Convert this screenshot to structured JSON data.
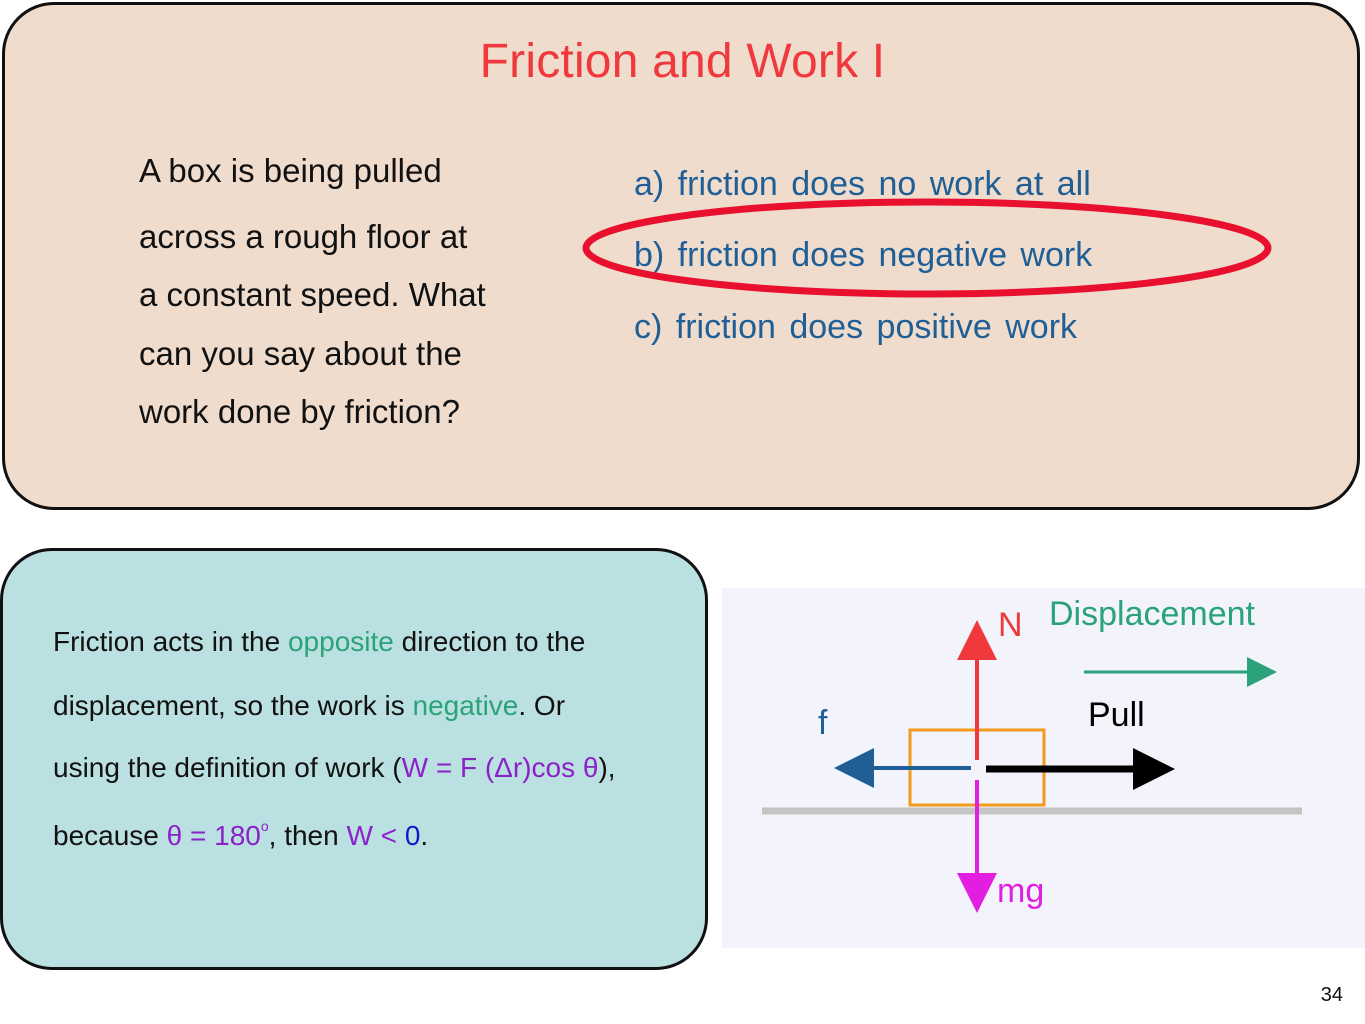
{
  "title": "Friction and Work I",
  "question": {
    "lines": [
      "A box is being pulled",
      "across a rough  floor at",
      "a constant speed.  What",
      "can you say about the",
      "work done by friction?"
    ]
  },
  "options": [
    "a)  friction does no work at all",
    "b)  friction does negative work",
    "c)  friction does positive work"
  ],
  "answer": {
    "l1_a": "Friction acts in the ",
    "l1_b": "opposite",
    "l1_c": " direction to the",
    "l2_a": "displacement, so the work is ",
    "l2_b": "negative",
    "l2_c": ".  Or",
    "l3_a": "using the definition of work (",
    "l3_b": "W = F (Δr)cos θ",
    "l3_c": "),",
    "l4_a": "because ",
    "l4_b": "θ = 180",
    "l4_deg": "o",
    "l4_c": ", then ",
    "l4_d": "W < ",
    "l4_e": "0",
    "l4_f": "."
  },
  "diagram": {
    "normal_label": "N",
    "displacement_label": "Displacement",
    "friction_label": "f",
    "pull_label": "Pull",
    "weight_label": "mg"
  },
  "colors": {
    "title": "#f0393d",
    "options": "#1f5f96",
    "highlight": "#e8102e",
    "normal": "#f0393d",
    "weight": "#e21ee0",
    "friction": "#1f5f96",
    "displacement": "#2aa37a",
    "box": "#f39a1e"
  },
  "page_number": "34"
}
